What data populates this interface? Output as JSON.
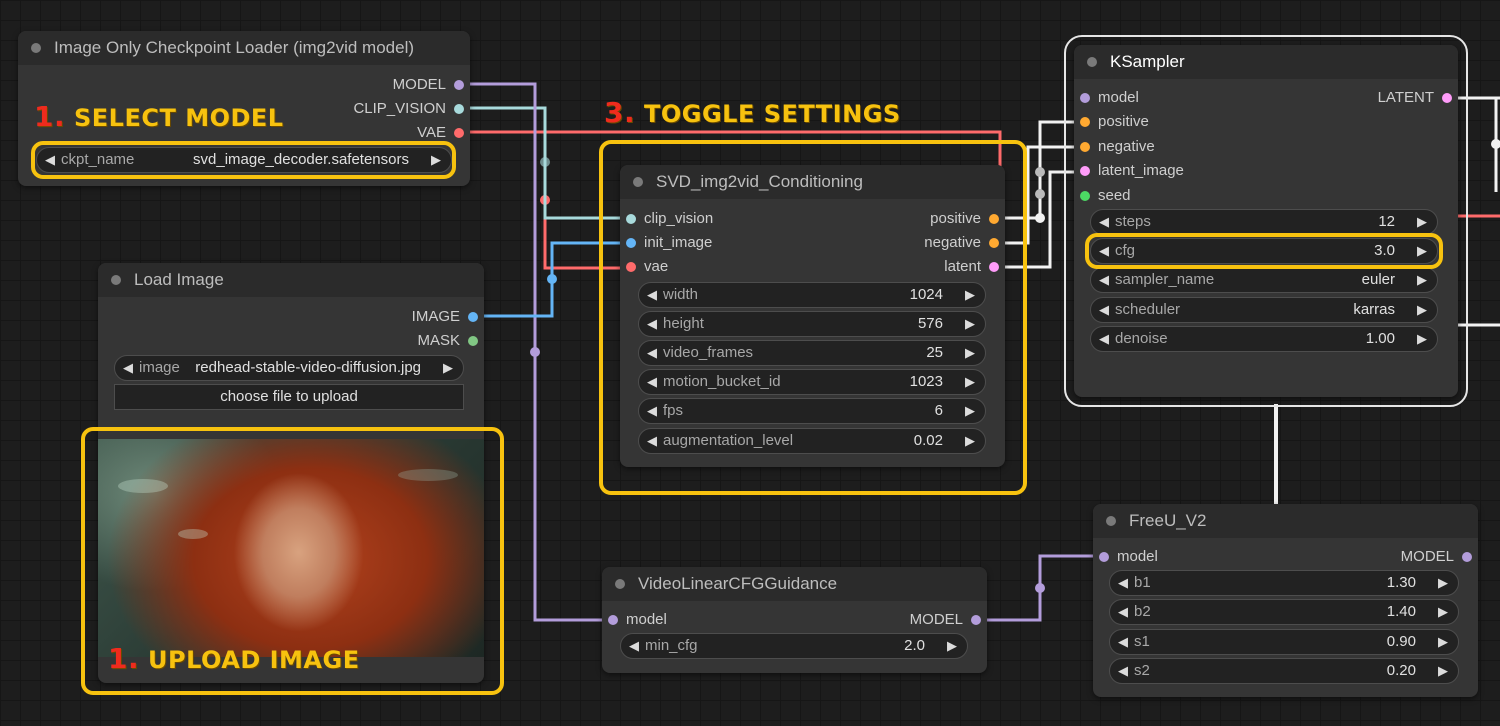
{
  "colors": {
    "model": "#b39ddb",
    "clip_vision": "#a8dadc",
    "vae": "#ff6b6b",
    "image": "#64b5f6",
    "mask": "#81c784",
    "conditioning": "#ffa931",
    "latent": "#ff9cf9",
    "int": "#4cd964",
    "highlight": "#f7c20f",
    "step_number": "#ef2b1d"
  },
  "annotations": {
    "select_model": {
      "num": "1.",
      "text": "SELECT MODEL"
    },
    "toggle_settings": {
      "num": "3.",
      "text": "TOGGLE SETTINGS"
    },
    "upload_image": {
      "num": "1.",
      "text": "UPLOAD IMAGE"
    }
  },
  "checkpoint_loader": {
    "title": "Image Only Checkpoint Loader (img2vid model)",
    "outputs": [
      "MODEL",
      "CLIP_VISION",
      "VAE"
    ],
    "ckpt_name": {
      "label": "ckpt_name",
      "value": "svd_image_decoder.safetensors"
    }
  },
  "load_image": {
    "title": "Load Image",
    "outputs": [
      "IMAGE",
      "MASK"
    ],
    "image": {
      "label": "image",
      "value": "redhead-stable-video-diffusion.jpg"
    },
    "upload_label": "choose file to upload"
  },
  "svd_conditioning": {
    "title": "SVD_img2vid_Conditioning",
    "inputs": [
      "clip_vision",
      "init_image",
      "vae"
    ],
    "outputs": [
      "positive",
      "negative",
      "latent"
    ],
    "widgets": [
      {
        "label": "width",
        "value": "1024"
      },
      {
        "label": "height",
        "value": "576"
      },
      {
        "label": "video_frames",
        "value": "25"
      },
      {
        "label": "motion_bucket_id",
        "value": "1023"
      },
      {
        "label": "fps",
        "value": "6"
      },
      {
        "label": "augmentation_level",
        "value": "0.02"
      }
    ]
  },
  "ksampler": {
    "title": "KSampler",
    "inputs": [
      "model",
      "positive",
      "negative",
      "latent_image",
      "seed"
    ],
    "outputs": [
      "LATENT"
    ],
    "widgets": [
      {
        "label": "steps",
        "value": "12"
      },
      {
        "label": "cfg",
        "value": "3.0"
      },
      {
        "label": "sampler_name",
        "value": "euler"
      },
      {
        "label": "scheduler",
        "value": "karras"
      },
      {
        "label": "denoise",
        "value": "1.00"
      }
    ]
  },
  "video_cfg": {
    "title": "VideoLinearCFGGuidance",
    "inputs": [
      "model"
    ],
    "outputs": [
      "MODEL"
    ],
    "widgets": [
      {
        "label": "min_cfg",
        "value": "2.0"
      }
    ]
  },
  "freeu": {
    "title": "FreeU_V2",
    "inputs": [
      "model"
    ],
    "outputs": [
      "MODEL"
    ],
    "widgets": [
      {
        "label": "b1",
        "value": "1.30"
      },
      {
        "label": "b2",
        "value": "1.40"
      },
      {
        "label": "s1",
        "value": "0.90"
      },
      {
        "label": "s2",
        "value": "0.20"
      }
    ]
  }
}
